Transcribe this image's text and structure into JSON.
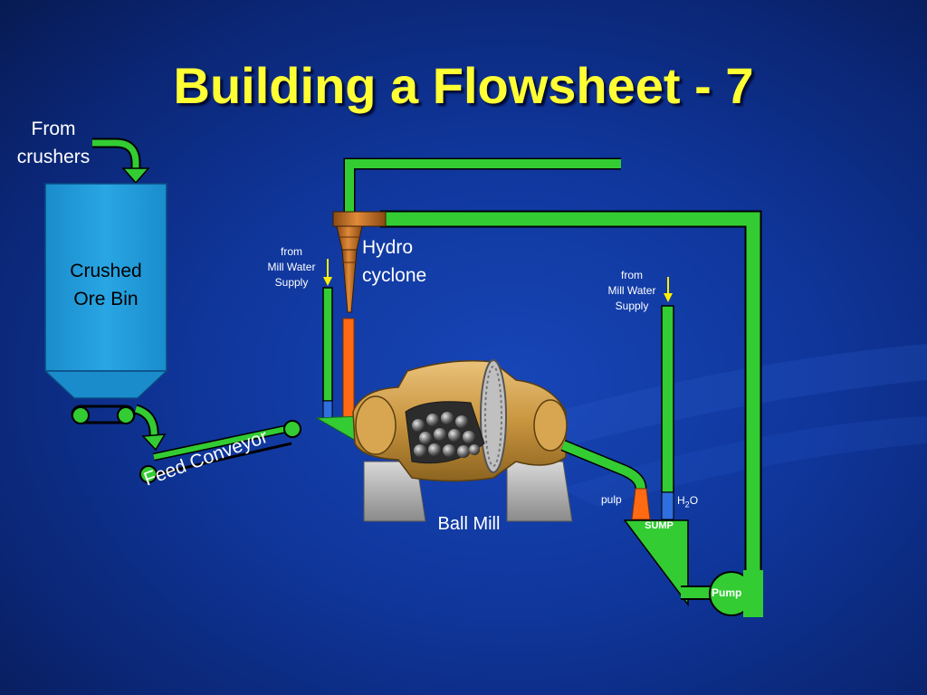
{
  "slide": {
    "title": "Building a Flowsheet - 7"
  },
  "labels": {
    "from_crushers_1": "From",
    "from_crushers_2": "crushers",
    "ore_bin_1": "Crushed",
    "ore_bin_2": "Ore Bin",
    "feed_conveyor": "Feed Conveyor",
    "hydrocyclone_1": "Hydro",
    "hydrocyclone_2": "cyclone",
    "water_supply_1_a": "from",
    "water_supply_1_b": "Mill Water",
    "water_supply_1_c": "Supply",
    "water_supply_2_a": "from",
    "water_supply_2_b": "Mill Water",
    "water_supply_2_c": "Supply",
    "ball_mill": "Ball Mill",
    "pulp": "pulp",
    "h2o_base": "H",
    "h2o_sub": "2",
    "h2o_tail": "O",
    "sump": "SUMP",
    "pump": "Pump"
  },
  "colors": {
    "title": "#ffff33",
    "pipe_green": "#33cc33",
    "bin_blue": "#1e9ad6",
    "slurry_orange": "#ff6a13",
    "water_blue": "#2f6fe0",
    "arrow_yellow": "#ffee00",
    "text_black": "#000000",
    "text_white": "#ffffff"
  }
}
